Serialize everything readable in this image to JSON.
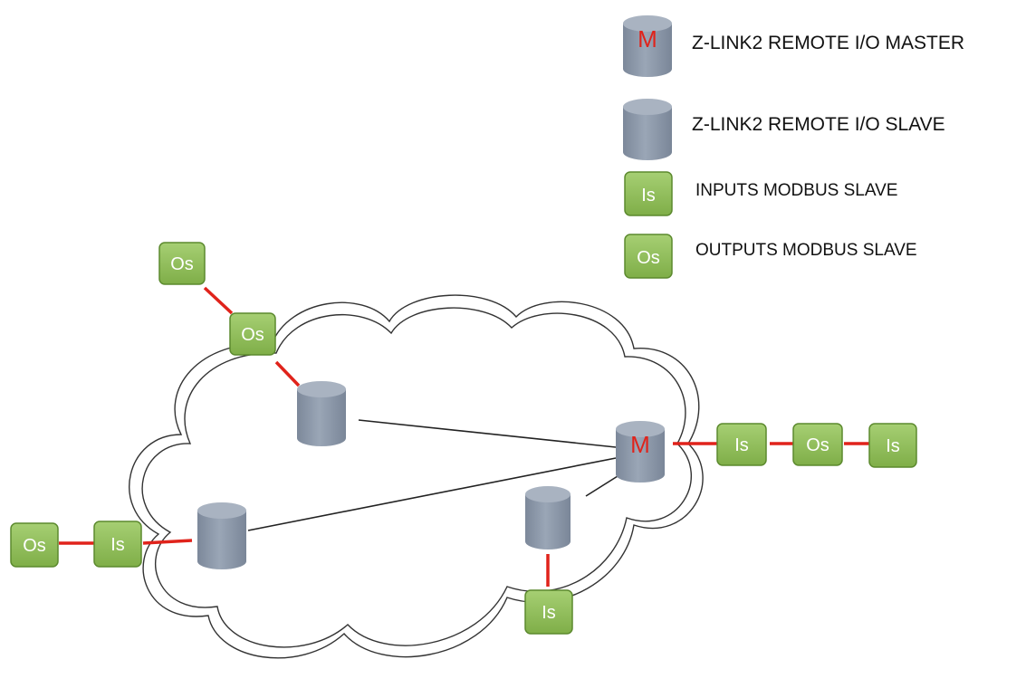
{
  "legend": {
    "master": {
      "symbol": "M",
      "label": "Z-LINK2 REMOTE I/O MASTER"
    },
    "slave": {
      "label": "Z-LINK2 REMOTE I/O SLAVE"
    },
    "inputs": {
      "symbol": "Is",
      "label": "INPUTS MODBUS SLAVE"
    },
    "outputs": {
      "symbol": "Os",
      "label": "OUTPUTS MODBUS SLAVE"
    }
  },
  "network": {
    "master_label": "M",
    "modules": {
      "top_left_outer": "Os",
      "top_left_inner": "Os",
      "right_1": "Is",
      "right_2": "Os",
      "right_3": "Is",
      "left_outer": "Os",
      "left_inner": "Is",
      "bottom": "Is"
    }
  },
  "colors": {
    "cylinder": "#8e9aab",
    "cylinder_top": "#a9b3c1",
    "module_fill": "#8dbb56",
    "module_border": "#5c8a2e",
    "module_text": "#ffffff",
    "master_letter": "#e0231b",
    "red_link": "#e0231b",
    "cloud_stroke": "#333333",
    "black_link": "#222222"
  }
}
